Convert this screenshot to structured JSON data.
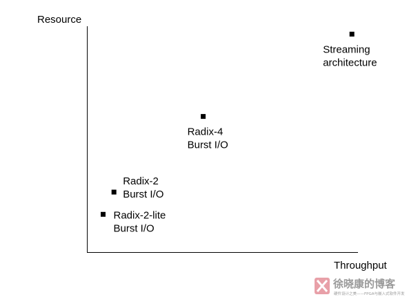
{
  "chart_data": {
    "type": "scatter",
    "title": "",
    "xlabel": "Throughput",
    "ylabel": "Resource",
    "grid": false,
    "points": [
      {
        "label_lines": [
          "Radix-2-lite",
          "Burst I/O"
        ],
        "x": 0.06,
        "y": 0.17
      },
      {
        "label_lines": [
          "Radix-2",
          "Burst I/O"
        ],
        "x": 0.1,
        "y": 0.27
      },
      {
        "label_lines": [
          "Radix-4",
          "Burst I/O"
        ],
        "x": 0.43,
        "y": 0.61
      },
      {
        "label_lines": [
          "Streaming",
          "architecture"
        ],
        "x": 0.98,
        "y": 0.98
      }
    ]
  },
  "watermark": {
    "title": "徐晓康的博客",
    "subtitle": "硬件设计之美——FPGA与嵌入式软件开发",
    "logo_color": "#e8a0a8"
  }
}
